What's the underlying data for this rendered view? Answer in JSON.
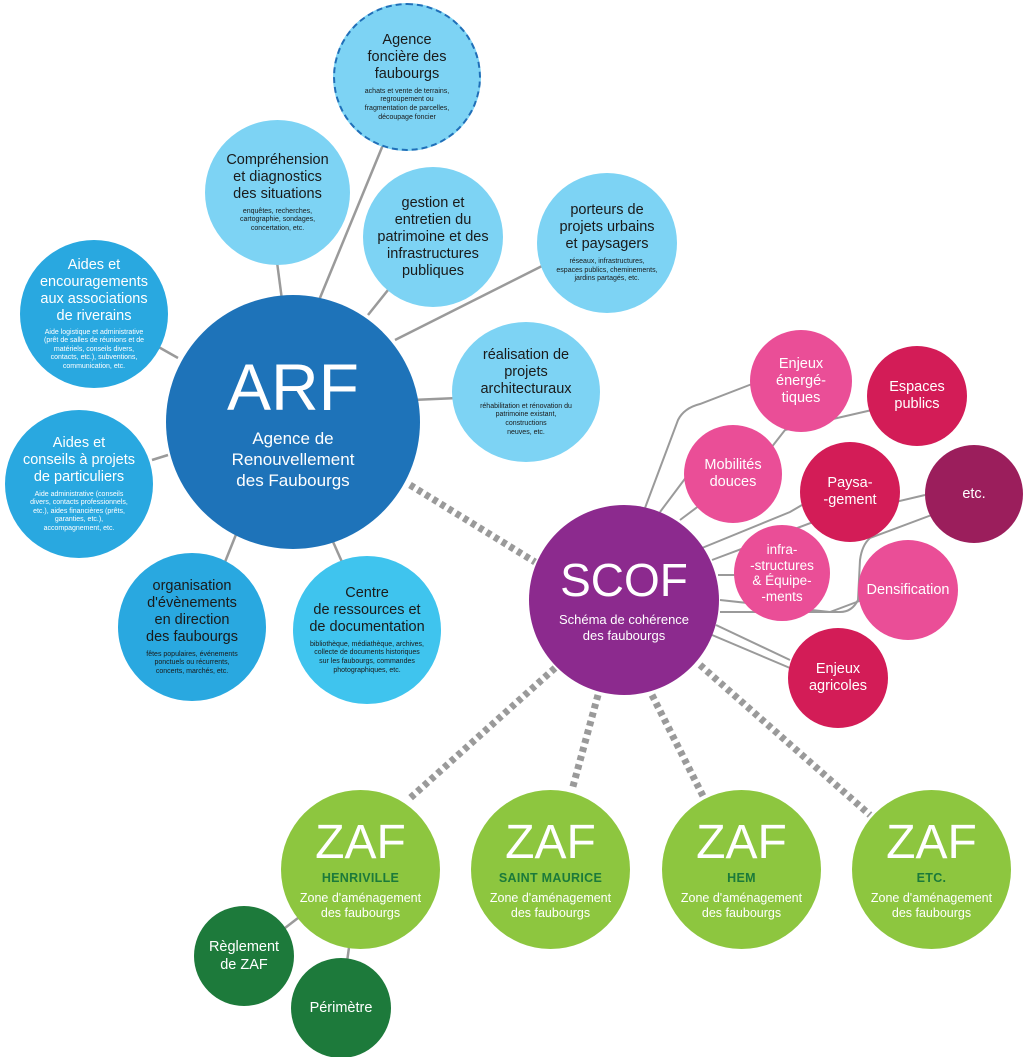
{
  "arf": {
    "title": "ARF",
    "subtitle_lines": [
      "Agence de",
      "Renouvellement",
      "des Faubourgs"
    ]
  },
  "arf_nodes": {
    "agence_fonciere": {
      "title_lines": [
        "Agence",
        "foncière des",
        "faubourgs"
      ],
      "desc_lines": [
        "achats et vente de terrains,",
        "regroupement ou",
        "fragmentation de parcelles,",
        "découpage foncier"
      ]
    },
    "comprehension": {
      "title_lines": [
        "Compréhension",
        "et diagnostics",
        "des situations"
      ],
      "desc_lines": [
        "enquêtes, recherches,",
        "cartographie, sondages,",
        "concertation, etc."
      ]
    },
    "gestion": {
      "title_lines": [
        "gestion et",
        "entretien du",
        "patrimoine et des",
        "infrastructures",
        "publiques"
      ]
    },
    "porteurs": {
      "title_lines": [
        "porteurs de",
        "projets urbains",
        "et paysagers"
      ],
      "desc_lines": [
        "réseaux, infrastructures,",
        "espaces publics, cheminements,",
        "jardins partagés, etc."
      ]
    },
    "aides_assoc": {
      "title_lines": [
        "Aides et",
        "encouragements",
        "aux associations",
        "de riverains"
      ],
      "desc_lines": [
        "Aide logistique et administrative",
        "(prêt de salles de réunions et de",
        "matériels, conseils divers,",
        "contacts, etc.), subventions,",
        "communication, etc."
      ]
    },
    "realisation": {
      "title_lines": [
        "réalisation de",
        "projets",
        "architecturaux"
      ],
      "desc_lines": [
        "réhabilitation et rénovation du",
        "patrimoine existant,",
        "constructions",
        "neuves, etc."
      ]
    },
    "aides_part": {
      "title_lines": [
        "Aides et",
        "conseils à projets",
        "de particuliers"
      ],
      "desc_lines": [
        "Aide administrative (conseils",
        "divers, contacts professionnels,",
        "etc.), aides financières (prêts,",
        "garanties, etc.),",
        "accompagnement, etc."
      ]
    },
    "evenements": {
      "title_lines": [
        "organisation",
        "d'évènements",
        "en direction",
        "des faubourgs"
      ],
      "desc_lines": [
        "fêtes populaires, événements",
        "ponctuels ou récurrents,",
        "concerts, marchés, etc."
      ]
    },
    "centre": {
      "title_lines": [
        "Centre",
        "de ressources et",
        "de documentation"
      ],
      "desc_lines": [
        "bibliothèque, médiathèque, archives,",
        "collecte de documents historiques",
        "sur les faubourgs, commandes",
        "photographiques, etc."
      ]
    }
  },
  "scof": {
    "title": "SCOF",
    "subtitle_lines": [
      "Schéma de cohérence",
      "des faubourgs"
    ]
  },
  "scof_nodes": {
    "enjeux_energ": [
      "Enjeux",
      "énergé-",
      "tiques"
    ],
    "espaces": [
      "Espaces",
      "publics"
    ],
    "mobilites": [
      "Mobilités",
      "douces"
    ],
    "paysagement": [
      "Paysa-",
      "-gement"
    ],
    "etc": [
      "etc."
    ],
    "infrastructures": [
      "infra-",
      "-structures",
      "& Équipe-",
      "-ments"
    ],
    "densification": [
      "Densification"
    ],
    "enjeux_agri": [
      "Enjeux",
      "agricoles"
    ]
  },
  "zaf": [
    {
      "title": "ZAF",
      "name": "HENRIVILLE",
      "subtitle_lines": [
        "Zone d'aménagement",
        "des faubourgs"
      ]
    },
    {
      "title": "ZAF",
      "name": "SAINT MAURICE",
      "subtitle_lines": [
        "Zone d'aménagement",
        "des faubourgs"
      ]
    },
    {
      "title": "ZAF",
      "name": "HEM",
      "subtitle_lines": [
        "Zone d'aménagement",
        "des faubourgs"
      ]
    },
    {
      "title": "ZAF",
      "name": "ETC.",
      "subtitle_lines": [
        "Zone d'aménagement",
        "des faubourgs"
      ]
    }
  ],
  "zaf_children": {
    "reglement": [
      "Règlement",
      "de ZAF"
    ],
    "perimetre": [
      "Périmètre"
    ]
  },
  "colors": {
    "arf": "#1e73b9",
    "arf_node_mid": "#29a8e0",
    "arf_node_pale": "#7dd3f4",
    "scof": "#8c2a8e",
    "pink_light": "#ea4e97",
    "pink_dark": "#d31c57",
    "plum": "#9b1e5c",
    "zaf": "#8dc63f",
    "zaf_dark": "#1d7a3b",
    "connector": "#999999"
  }
}
